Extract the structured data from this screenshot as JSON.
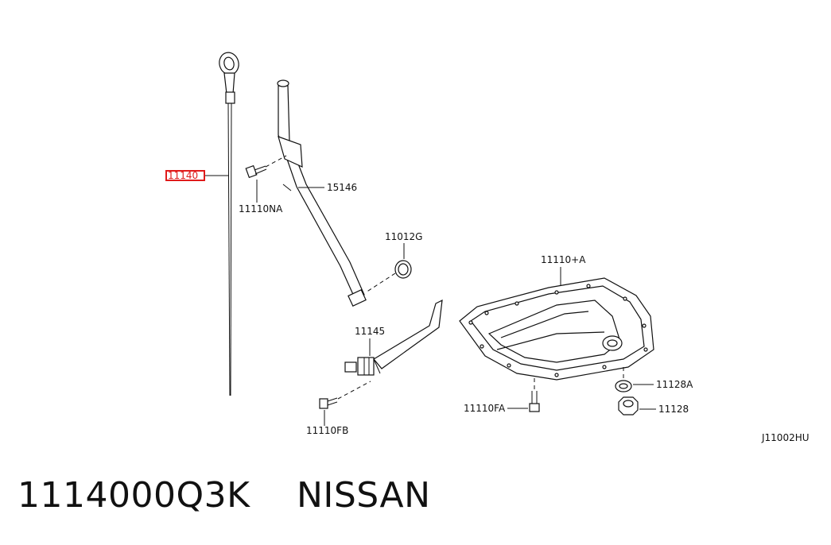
{
  "diagram": {
    "ref_code": "J11002HU",
    "highlighted_label": "11140",
    "labels": {
      "guide_tube": "15146",
      "bolt_na": "11110NA",
      "o_ring": "11012G",
      "oil_pan": "11110+A",
      "strainer": "11145",
      "bolt_fb": "11110FB",
      "bolt_fa": "11110FA",
      "washer": "11128A",
      "drain_plug": "11128"
    },
    "colors": {
      "highlight": "#e01b1b",
      "line": "#111111"
    }
  },
  "footer": {
    "part_number": "1114000Q3K",
    "brand": "NISSAN"
  }
}
